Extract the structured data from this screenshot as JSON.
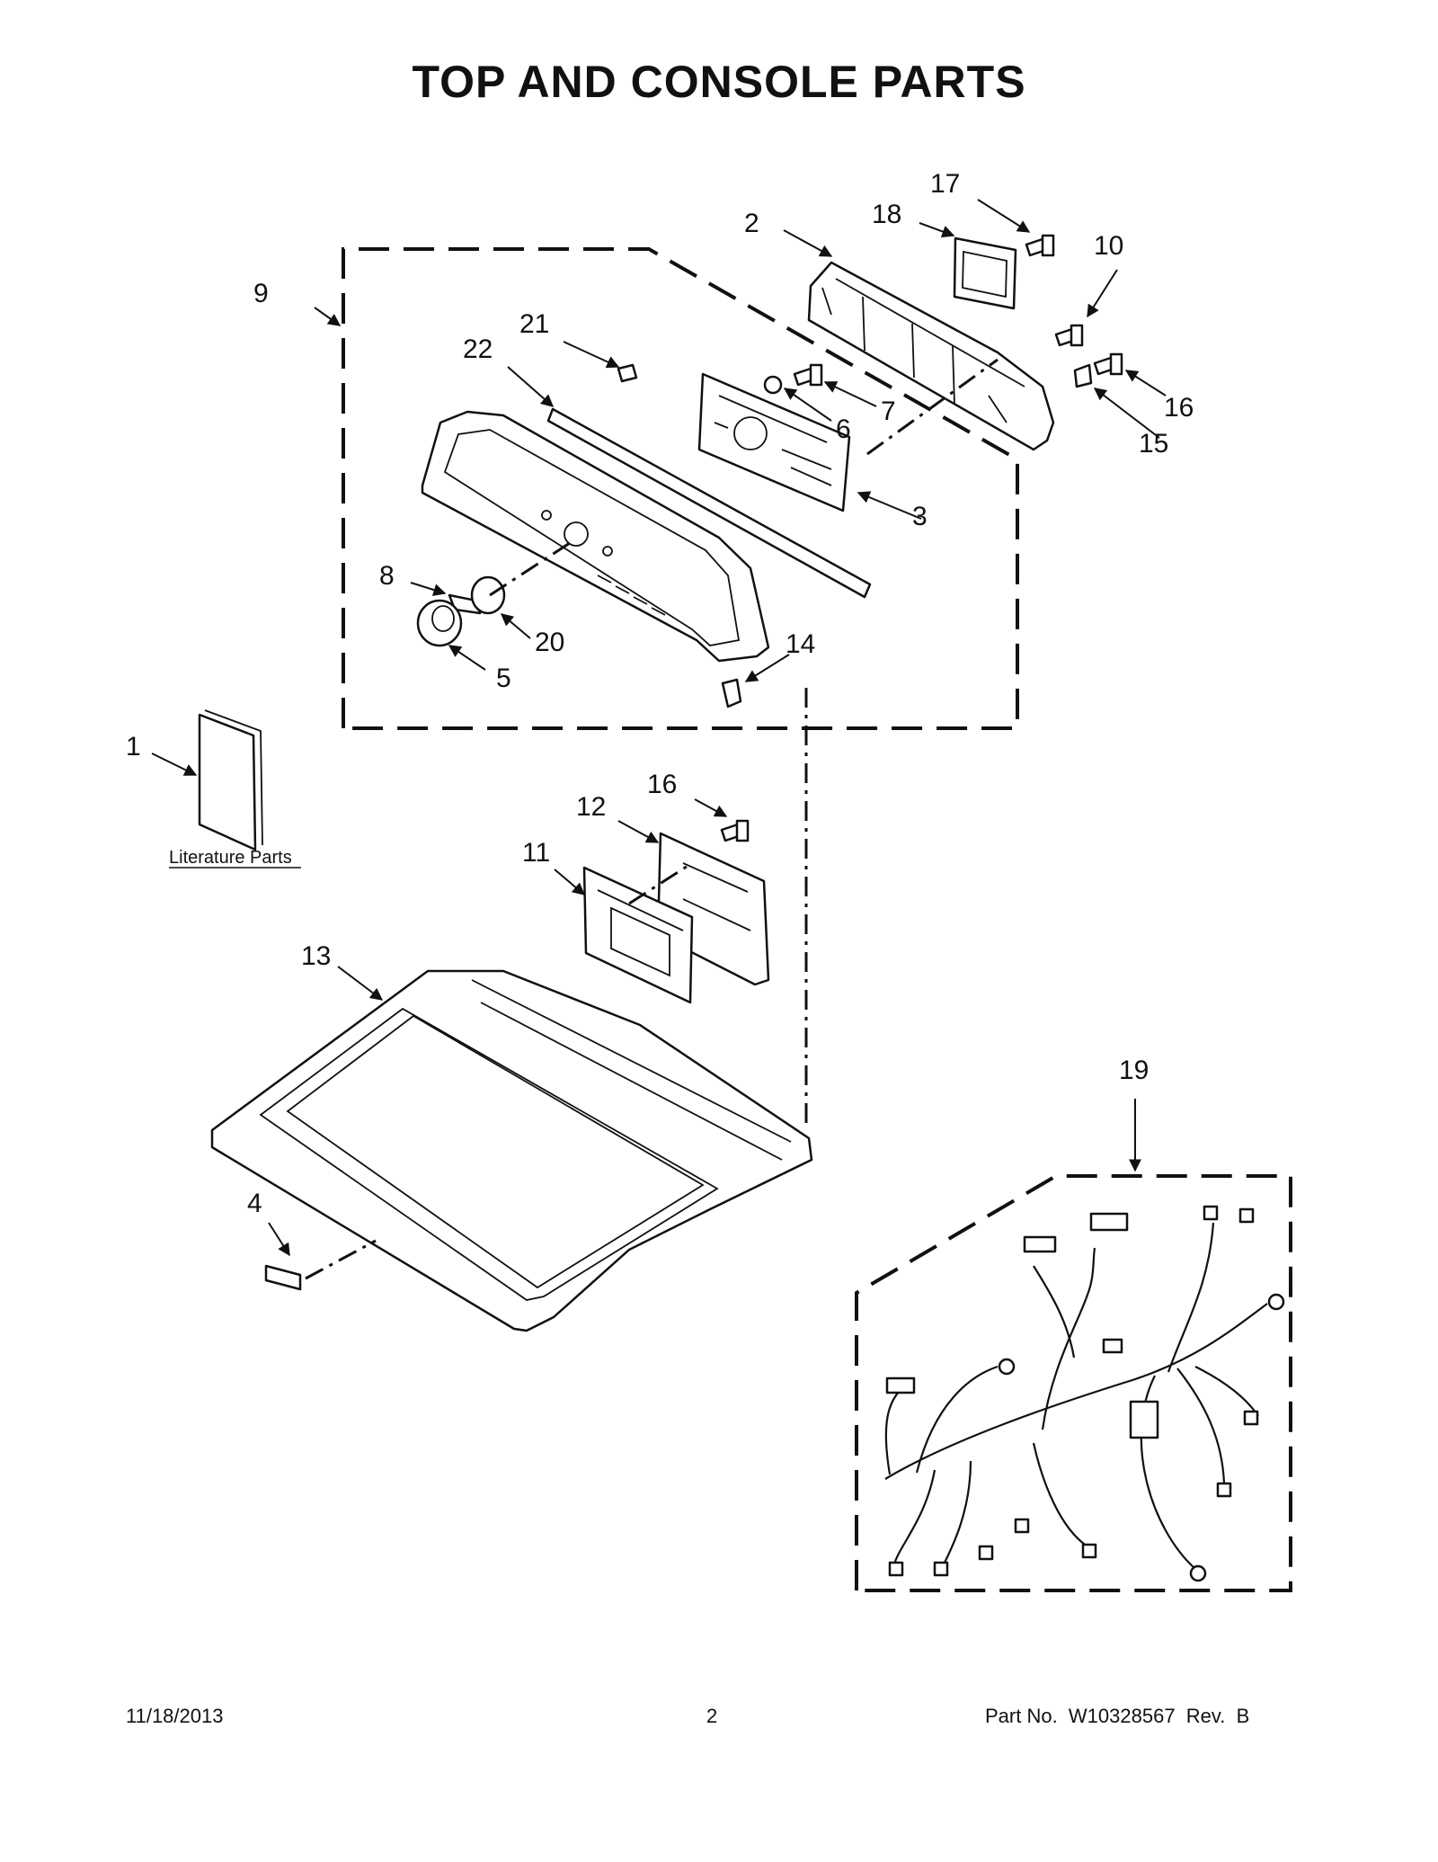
{
  "title": "TOP AND CONSOLE PARTS",
  "literature_label": "Literature Parts",
  "footer": {
    "date": "11/18/2013",
    "page": "2",
    "part_number": "Part No.  W10328567  Rev.  B"
  },
  "callouts": [
    "1",
    "2",
    "3",
    "4",
    "5",
    "6",
    "7",
    "8",
    "9",
    "10",
    "11",
    "12",
    "13",
    "14",
    "15",
    "16",
    "16",
    "17",
    "18",
    "19",
    "20",
    "21",
    "22"
  ]
}
